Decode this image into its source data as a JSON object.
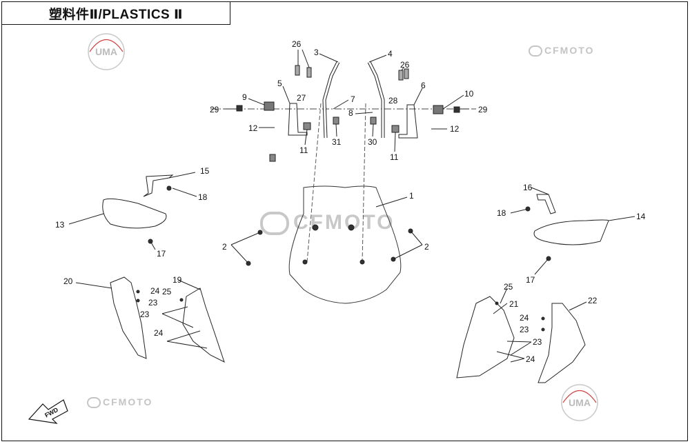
{
  "title": "塑料件Ⅱ/PLASTICS Ⅱ",
  "watermarks": {
    "uma": "UMA",
    "cfmoto": "CFMOTO"
  },
  "fwd_label": "FWD",
  "callouts": [
    "1",
    "2",
    "2",
    "3",
    "4",
    "5",
    "6",
    "7",
    "8",
    "9",
    "10",
    "11",
    "11",
    "12",
    "12",
    "13",
    "14",
    "15",
    "16",
    "17",
    "17",
    "18",
    "18",
    "19",
    "20",
    "21",
    "22",
    "23",
    "23",
    "23",
    "23",
    "24",
    "24",
    "24",
    "24",
    "25",
    "25",
    "26",
    "26",
    "27",
    "28",
    "29",
    "29",
    "30",
    "31"
  ]
}
